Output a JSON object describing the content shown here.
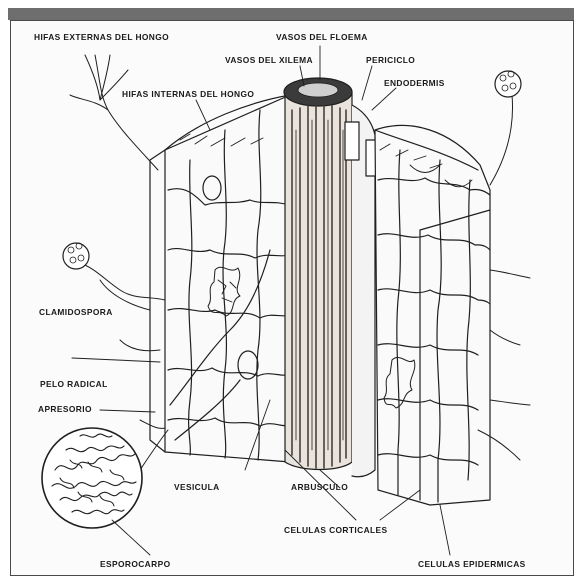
{
  "labels": {
    "hifas_externas": "HIFAS EXTERNAS DEL HONGO",
    "vasos_floema": "VASOS DEL FLOEMA",
    "vasos_xilema": "VASOS DEL XILEMA",
    "periciclo": "PERICICLO",
    "endodermis": "ENDODERMIS",
    "hifas_internas": "HIFAS INTERNAS DEL HONGO",
    "clamidospora": "CLAMIDOSPORA",
    "pelo_radical": "PELO RADICAL",
    "apresorio": "APRESORIO",
    "vesicula": "VESICULA",
    "arbusculo": "ARBUSCULO",
    "celulas_corticales": "CELULAS CORTICALES",
    "esporocarpo": "ESPOROCARPO",
    "celulas_epidermicas": "CELULAS EPIDERMICAS"
  },
  "colors": {
    "ink": "#1a1a1a",
    "frame_bar": "#6e6e6e",
    "paper": "#fbfbfb"
  }
}
